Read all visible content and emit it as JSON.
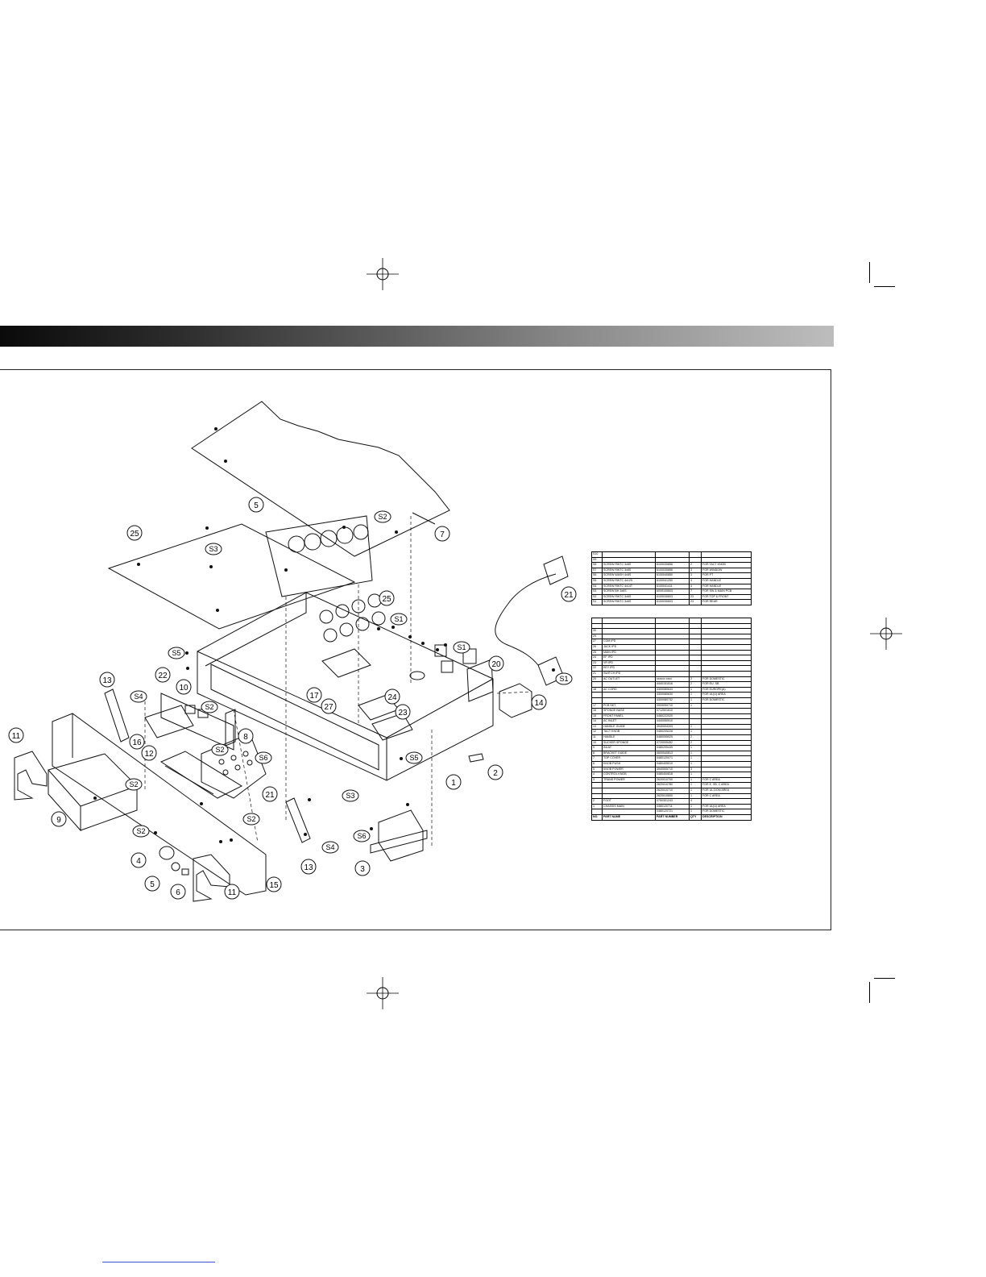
{
  "callouts": {
    "c1": "1",
    "c2": "2",
    "c3": "3",
    "c4": "4",
    "c5a": "5",
    "c5b": "5",
    "c6": "6",
    "c7": "7",
    "c8": "8",
    "c9": "9",
    "c10": "10",
    "c11a": "11",
    "c11b": "11",
    "c12": "12",
    "c13a": "13",
    "c13b": "13",
    "c14": "14",
    "c15": "15",
    "c16": "16",
    "c17": "17",
    "c20": "20",
    "c21a": "21",
    "c21b": "21",
    "c22": "22",
    "c23": "23",
    "c24": "24",
    "c25a": "25",
    "c25b": "25",
    "c27": "27",
    "s1a": "S1",
    "s1b": "S1",
    "s1c": "S1",
    "s2a": "S2",
    "s2b": "S2",
    "s2c": "S2",
    "s2d": "S2",
    "s2e": "S2",
    "s2f": "S2",
    "s3a": "S3",
    "s3b": "S3",
    "s4a": "S4",
    "s4b": "S4",
    "s5a": "S5",
    "s5b": "S5",
    "s6a": "S6",
    "s6b": "S6"
  },
  "screw_table": {
    "rows": [
      [
        "S10",
        "",
        "",
        "",
        ""
      ],
      [
        "S9",
        "",
        "",
        "",
        ""
      ],
      [
        "S8",
        "SCREW RWTC 3x8S",
        "6100030856",
        "2",
        "FOR TACT KNOB"
      ],
      [
        "S7",
        "SCREW RWTC 3x8S",
        "6100030856",
        "3",
        "FOR WINDOW"
      ],
      [
        "S6",
        "SCREW WASH 4x8S",
        "6100040850",
        "3",
        "FOR PT"
      ],
      [
        "S5",
        "SCREW RWTC 4x12S",
        "6100041250",
        "4",
        "FOR HANDLE"
      ],
      [
        "S4",
        "SCREW RWTC 4x14T",
        "6100041411",
        "4",
        "FOR HANDLE"
      ],
      [
        "S3",
        "SCREW BH 3x6S",
        "6009100603",
        "7",
        "FOR SW & MAIN PCB"
      ],
      [
        "S2",
        "SCREW RWTC 3x6S",
        "6100030603",
        "23",
        "FOR TOP & FRONT"
      ],
      [
        "S1",
        "SCREW RWTC 3x6S",
        "6100030603",
        "23",
        "FOR REAR"
      ]
    ]
  },
  "parts_table": {
    "rows": [
      [
        "",
        "",
        "",
        "",
        ""
      ],
      [
        "",
        "",
        "",
        "",
        ""
      ],
      [
        "30",
        "",
        "",
        "",
        ""
      ],
      [
        "29",
        "",
        "",
        "",
        ""
      ],
      [
        "27",
        "COM IPD",
        "",
        "",
        ""
      ],
      [
        "26",
        "JACK IPD",
        "",
        "",
        ""
      ],
      [
        "25",
        "MAIN IPD",
        "",
        "",
        ""
      ],
      [
        "24",
        "EF IPD",
        "",
        "",
        ""
      ],
      [
        "23",
        "VR IPD",
        "",
        "",
        ""
      ],
      [
        "22",
        "KEY IPD",
        "",
        "",
        ""
      ],
      [
        "21",
        "SWITCH IPD",
        "",
        "",
        ""
      ],
      [
        "20",
        "AC OUTLET",
        "xxxxxx xxxx",
        "2",
        "FOR DOMESTIC"
      ],
      [
        "",
        "",
        "4440151516",
        "2",
        "FOR EU, SB"
      ],
      [
        "18",
        "AC CORD",
        "4300080633",
        "1",
        "FOR EUROPE(A)"
      ],
      [
        "",
        "",
        "4300080630",
        "1",
        "FOR UL(U) AREA"
      ],
      [
        "",
        "",
        "4300080732",
        "1",
        "FOR DOMESTIC"
      ],
      [
        "17",
        "PCB SKT",
        "0909059710",
        "1",
        ""
      ],
      [
        "16",
        "SPONGE BASE",
        "0712501610",
        "",
        ""
      ],
      [
        "15",
        "FRONT PANEL",
        "0480222020",
        "",
        ""
      ],
      [
        "14",
        "AC INLET",
        "4440050910",
        "",
        ""
      ],
      [
        "13",
        "HANDLE GUIDE",
        "4940004203",
        "1",
        ""
      ],
      [
        "12",
        "TACT KNOB",
        "0480205228",
        "1",
        ""
      ],
      [
        "11",
        "HANDLE",
        "0480055025",
        "2",
        ""
      ],
      [
        "10",
        "SUCKER SPONGE",
        "0720005452",
        "2",
        ""
      ],
      [
        "9",
        "INLAY",
        "0480205435",
        "1",
        ""
      ],
      [
        "8",
        "BRACKET GUIDE",
        "0600540813",
        "1",
        ""
      ],
      [
        "7",
        "TOP COVER",
        "0480120071",
        "1",
        ""
      ],
      [
        "6",
        "KNOB PUSH",
        "0480405010",
        "1",
        ""
      ],
      [
        "5",
        "KNOB POWER",
        "4940505710",
        "3",
        ""
      ],
      [
        "4",
        "CONTROL KNOB",
        "0480400818",
        "1",
        ""
      ],
      [
        "3",
        "TRANS POWER",
        "2620010700",
        "1",
        "FOR C AREA"
      ],
      [
        "",
        "",
        "2620010780",
        "1",
        "FOR E, SB, C AREA"
      ],
      [
        "",
        "",
        "2620010710",
        "1",
        "FOR UL,DOM AREA"
      ],
      [
        "",
        "",
        "2620010600",
        "1",
        "FOR C AREA"
      ],
      [
        "2",
        "FOOT",
        "0750301243",
        "4",
        ""
      ],
      [
        "1",
        "CHASSIS MAIN",
        "0480120711",
        "1",
        "FOR UL(U) AREA"
      ],
      [
        "",
        "",
        "0480120721",
        "1",
        "FOR DOMESTIC"
      ],
      [
        "NO.",
        "PART NAME",
        "PART NUMBER",
        "QTY",
        "DESCRIPTION"
      ]
    ]
  }
}
